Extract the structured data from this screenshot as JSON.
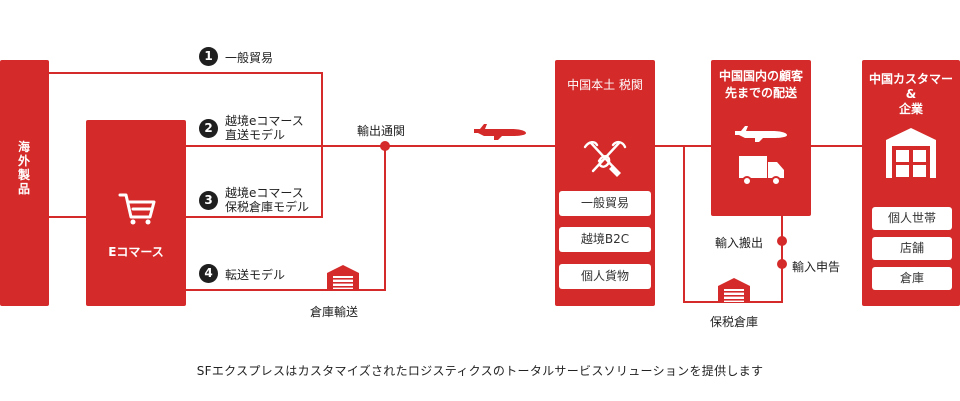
{
  "source": {
    "label_lines": [
      "海",
      "外",
      "製",
      "品"
    ]
  },
  "ecommerce": {
    "label": "Eコマース"
  },
  "routes": [
    {
      "num": "1",
      "label_lines": [
        "一般貿易"
      ]
    },
    {
      "num": "2",
      "label_lines": [
        "越境eコマース",
        "直送モデル"
      ]
    },
    {
      "num": "3",
      "label_lines": [
        "越境eコマース",
        "保税倉庫モデル"
      ]
    },
    {
      "num": "4",
      "label_lines": [
        "転送モデル"
      ]
    }
  ],
  "labels": {
    "export_clearance": "輸出通関",
    "warehouse_transport": "倉庫輸送",
    "import_delivery": "輸入搬出",
    "import_declaration": "輸入申告",
    "bonded_warehouse": "保税倉庫"
  },
  "customs": {
    "title": "中国本土 税関",
    "items": [
      "一般貿易",
      "越境B2C",
      "個人貨物"
    ]
  },
  "domestic": {
    "title_lines": [
      "中国国内の顧客",
      "先までの配送"
    ]
  },
  "customers": {
    "title_lines": [
      "中国カスタマー",
      "&",
      "企業"
    ],
    "items": [
      "個人世帯",
      "店舗",
      "倉庫"
    ]
  },
  "caption": "SFエクスプレスはカスタマイズされたロジスティクスのトータルサービスソリューションを提供します",
  "colors": {
    "accent": "#d42a2a",
    "marker": "#1f1f1f"
  }
}
